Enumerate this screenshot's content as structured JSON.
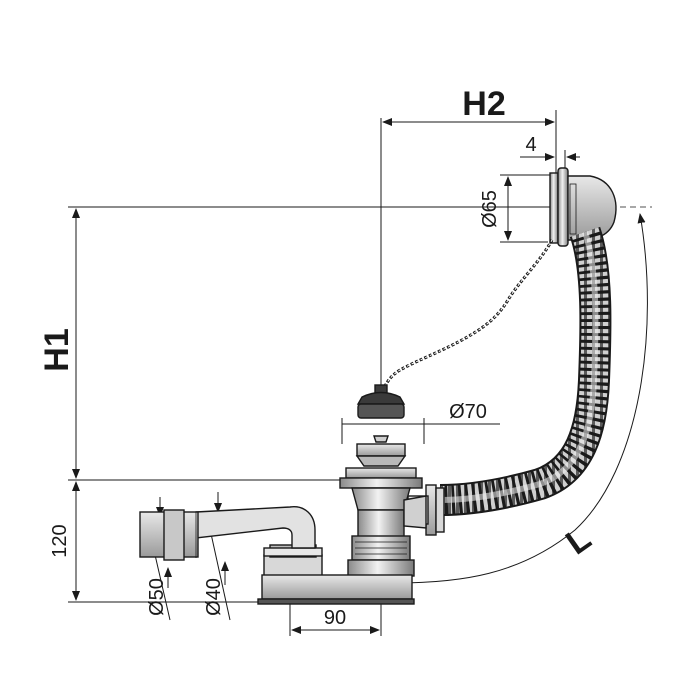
{
  "dimensions": {
    "H2": "H2",
    "H1": "H1",
    "L": "L",
    "d4": "4",
    "d65": "Ø65",
    "d70": "Ø70",
    "d120": "120",
    "d50": "Ø50",
    "d40": "Ø40",
    "d90": "90"
  },
  "colors": {
    "line": "#1a1a1a",
    "part_light": "#e6e6e6",
    "part_mid": "#bdbdbd",
    "part_dark": "#4a4a4a",
    "hose": "#a8a8a8"
  }
}
